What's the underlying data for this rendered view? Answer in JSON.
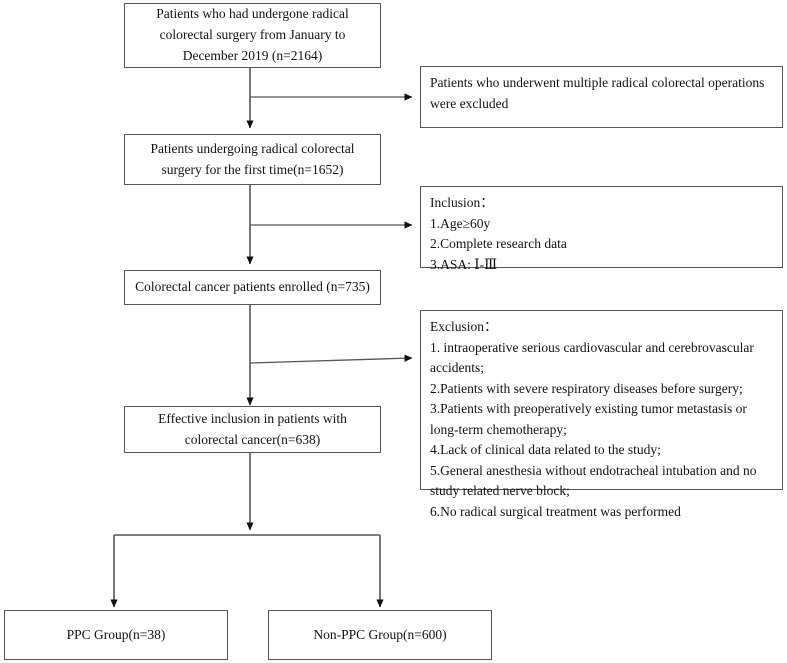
{
  "diagram": {
    "type": "flowchart",
    "title": "Patient selection flow diagram",
    "nodes": {
      "enrolled_total": {
        "label": "Patients who had undergone radical colorectal surgery from January to December 2019 (n=2164)",
        "n": 2164
      },
      "excluded_multiple": {
        "label": "Patients who underwent multiple radical colorectal operations were excluded"
      },
      "first_time": {
        "label": "Patients undergoing radical colorectal surgery for the first time(n=1652)",
        "n": 1652
      },
      "inclusion_criteria": {
        "label": "Inclusion：\n1.Age≥60y\n2.Complete research data\n3.ASA:  Ⅰ-Ⅲ"
      },
      "cancer_enrolled": {
        "label": "Colorectal cancer patients enrolled (n=735)",
        "n": 735
      },
      "exclusion_criteria": {
        "label": "Exclusion：\n1. intraoperative serious cardiovascular and cerebrovascular accidents;\n2.Patients with severe respiratory diseases before surgery;\n3.Patients with preoperatively existing tumor metastasis or long-term chemotherapy;\n4.Lack of clinical data related to the study;\n5.General anesthesia without endotracheal intubation and no study related nerve block;\n6.No radical surgical treatment was performed"
      },
      "effective_inclusion": {
        "label": "Effective inclusion in patients with colorectal cancer(n=638)",
        "n": 638
      },
      "ppc_group": {
        "label": "PPC Group(n=38)",
        "n": 38
      },
      "non_ppc_group": {
        "label": "Non-PPC Group(n=600)",
        "n": 600
      }
    },
    "colors": {
      "box_border": "#555555",
      "edge_stroke": "#555555",
      "background": "#ffffff",
      "text": "#111111"
    }
  }
}
